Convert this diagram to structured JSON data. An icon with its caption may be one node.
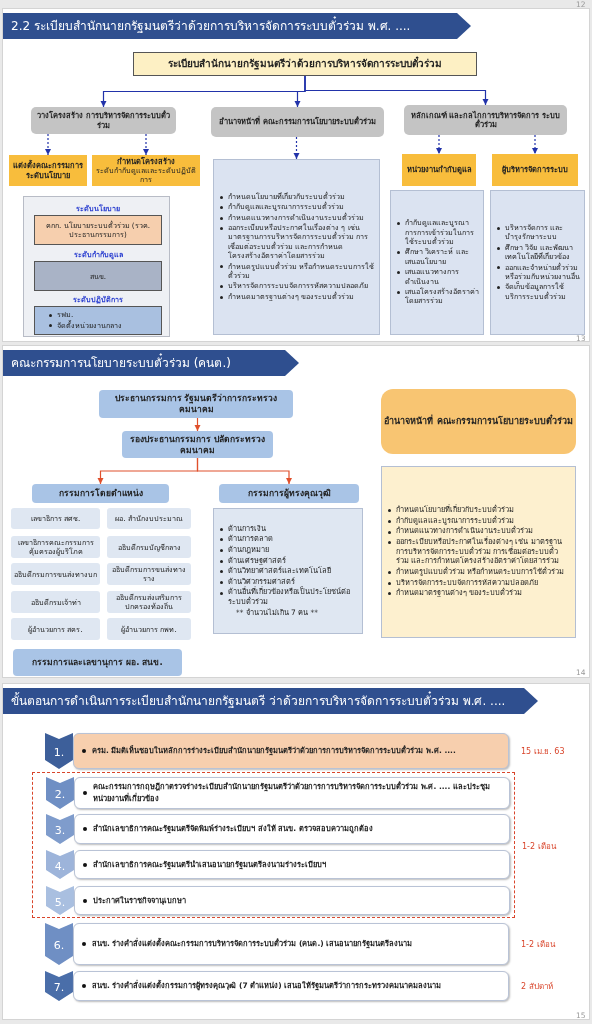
{
  "diagram": {
    "nodes": [
      {
        "text": [
          "2.2 ระเบียบสำนักนายกรัฐมนตรีว่าด้วยการบริหารจัดการระบบตั๋วร่วม พ.ศ. ...."
        ]
      },
      {
        "text": [
          "ระเบียบสำนักนายกรัฐมนตรีว่าด้วยการบริหารจัดการระบบตั๋วร่วม"
        ],
        "in": 0
      },
      {
        "text": [
          "วางโครงสร้าง การบริหารจัดการระบบตั๋วร่วม"
        ],
        "in": 0
      },
      {
        "text": [
          "อำนาจหน้าที่ คณะกรรมการนโยบายระบบตั๋วร่วม"
        ],
        "in": 0
      },
      {
        "text": [
          "หลักเกณฑ์ และกลไกการบริหารจัดการ ระบบตั๋วร่วม"
        ],
        "in": 0
      },
      {
        "text": [
          "แต่งตั้งคณะกรรมการ ระดับนโยบาย"
        ],
        "in": 0
      },
      {
        "text": [
          "กำหนดโครงสร้าง",
          "ระดับกำกับดูแลและระดับปฏิบัติการ"
        ],
        "in": 0
      },
      {
        "text": [],
        "shape": "box",
        "in": 0
      },
      {
        "text": [
          "ระดับนโยบาย",
          "คกก. นโยบายระบบตั๋วร่วม (รวค. ประธานกรรมการ)"
        ],
        "in": 7
      },
      {
        "text": [
          "ระดับกำกับดูแล",
          "สนข."
        ],
        "in": 7
      },
      {
        "text": [
          "ระดับปฏิบัติการ",
          "รฟม.",
          "จัดตั้งหน่วยงานกลาง"
        ],
        "in": 7
      },
      {
        "text": [
          "กำหนดนโยบายที่เกี่ยวกับระบบตั๋วร่วม",
          "กำกับดูแลและบูรณาการระบบตั๋วร่วม",
          "กำหนดแนวทางการดำเนินงานระบบตั๋วร่วม",
          "ออกระเบียบหรือประกาศในเรื่องต่าง ๆ เช่น มาตรฐานการบริหารจัดการระบบตั๋วร่วม การเชื่อมต่อระบบตั๋วร่วม และการกำหนดโครงสร้างอัตราค่าโดยสารร่วม",
          "กำหนดรูปแบบตั๋วร่วม หรือกำหนดระบบการใช้ตั๋วร่วม",
          "บริหารจัดการระบบจัดการรหัสความปลอดภัย",
          "กำหนดมาตรฐานต่างๆ ของระบบตั๋วร่วม"
        ],
        "in": 0
      },
      {
        "text": [
          "หน่วยงานกำกับดูแล"
        ],
        "in": 0
      },
      {
        "text": [
          "ผู้บริหารจัดการระบบ"
        ],
        "in": 0
      },
      {
        "text": [
          "กำกับดูแลและบูรณาการการเข้าร่วมในการใช้ระบบตั๋วร่วม",
          "ศึกษา วิเคราะห์ และเสนอนโยบาย",
          "เสนอแนวทางการดำเนินงาน",
          "เสนอโครงสร้างอัตราค่าโดยสารร่วม"
        ],
        "in": 0
      },
      {
        "text": [
          "บริหารจัดการ และบำรุงรักษาระบบ",
          "ศึกษา วิจัย และพัฒนาเทคโนโลยีที่เกี่ยวข้อง",
          "ออกและจำหน่ายตั๋วร่วม หรือร่วมกับหน่วยงานอื่น",
          "จัดเก็บข้อมูลการใช้บริการระบบตั๋วร่วม"
        ],
        "in": 0
      },
      {
        "text": [
          "คณะกรรมการนโยบายระบบตั๋วร่วม (คนต.)"
        ]
      },
      {
        "text": [
          "ประธานกรรมการ รัฐมนตรีว่าการกระทรวงคมนาคม"
        ],
        "in": 16
      },
      {
        "text": [
          "รองประธานกรรมการ ปลัดกระทรวงคมนาคม"
        ],
        "in": 16
      },
      {
        "text": [
          "กรรมการโดยตำแหน่ง"
        ],
        "in": 16
      },
      {
        "text": [
          "กรรมการผู้ทรงคุณวุฒิ"
        ],
        "in": 16
      },
      {
        "text": [
          "เลขาธิการ สศช."
        ],
        "in": 16
      },
      {
        "text": [
          "ผอ. สำนักงบประมาณ"
        ],
        "in": 16
      },
      {
        "text": [
          "เลขาธิการคณะกรรมการคุ้มครองผู้บริโภค"
        ],
        "in": 16
      },
      {
        "text": [
          "อธิบดีกรมบัญชีกลาง"
        ],
        "in": 16
      },
      {
        "text": [
          "อธิบดีกรมการขนส่งทางบก"
        ],
        "in": 16
      },
      {
        "text": [
          "อธิบดีกรมการขนส่งทางราง"
        ],
        "in": 16
      },
      {
        "text": [
          "อธิบดีกรมเจ้าท่า"
        ],
        "in": 16
      },
      {
        "text": [
          "อธิบดีกรมส่งเสริมการปกครองท้องถิ่น"
        ],
        "in": 16
      },
      {
        "text": [
          "ผู้อำนวยการ สคร."
        ],
        "in": 16
      },
      {
        "text": [
          "ผู้อำนวยการ กพท."
        ],
        "in": 16
      },
      {
        "text": [
          "ด้านการเงิน",
          "ด้านการตลาด",
          "ด้านกฎหมาย",
          "ด้านเศรษฐศาสตร์",
          "ด้านวิทยาศาสตร์และเทคโนโลยี",
          "ด้านวิศวกรรมศาสตร์",
          "ด้านอื่นที่เกี่ยวข้องหรือเป็นประโยชน์ต่อระบบตั๋วร่วม",
          "** จำนวนไม่เกิน 7 คน **"
        ],
        "in": 16
      },
      {
        "text": [
          "กรรมการและเลขานุการ ผอ. สนข."
        ],
        "in": 16
      },
      {
        "text": [
          "อำนาจหน้าที่ คณะกรรมการนโยบายระบบตั๋วร่วม"
        ],
        "in": 16
      },
      {
        "text": [
          "กำหนดนโยบายที่เกี่ยวกับระบบตั๋วร่วม",
          "กำกับดูแลและบูรณาการระบบตั๋วร่วม",
          "กำหนดแนวทางการดำเนินงานระบบตั๋วร่วม",
          "ออกระเบียบหรือประกาศในเรื่องต่างๆ เช่น มาตรฐานการบริหารจัดการระบบตั๋วร่วม การเชื่อมต่อระบบตั๋วร่วม และการกำหนดโครงสร้างอัตราค่าโดยสารร่วม",
          "กำหนดรูปแบบตั๋วร่วม หรือกำหนดระบบการใช้ตั๋วร่วม",
          "บริหารจัดการระบบจัดการรหัสความปลอดภัย",
          "กำหนดมาตรฐานต่างๆ ของระบบตั๋วร่วม"
        ],
        "in": 16
      },
      {
        "text": [
          "ขั้นตอนการดำเนินการระเบียบสำนักนายกรัฐมนตรี ว่าด้วยการบริหารจัดการระบบตั๋วร่วม พ.ศ. ...."
        ]
      },
      {
        "text": [
          "1.",
          "ครม. มีมติเห็นชอบในหลักการร่างระเบียบสำนักนายกรัฐมนตรีว่าด้วยการการบริหารจัดการระบบตั๋วร่วม พ.ศ. ...."
        ],
        "beside": [
          "15 เม.ย. 63"
        ],
        "in": 35
      },
      {
        "text": [],
        "shape": "box",
        "beside": [
          "1-2 เดือน"
        ],
        "in": 35
      },
      {
        "text": [
          "2.",
          "คณะกรรมการกฤษฎีกาตรวจร่างระเบียบสำนักนายกรัฐมนตรีว่าด้วยการการบริหารจัดการระบบตั๋วร่วม พ.ศ. .... และประชุมหน่วยงานที่เกี่ยวข้อง"
        ],
        "in": 37
      },
      {
        "text": [
          "3.",
          "สำนักเลขาธิการคณะรัฐมนตรีจัดพิมพ์ร่างระเบียบฯ ส่งให้ สนข. ตรวจสอบความถูกต้อง"
        ],
        "in": 37
      },
      {
        "text": [
          "4.",
          "สำนักเลขาธิการคณะรัฐมนตรีนำเสนอนายกรัฐมนตรีลงนามร่างระเบียบฯ"
        ],
        "in": 37
      },
      {
        "text": [
          "5.",
          "ประกาศในราชกิจจานุเบกษา"
        ],
        "in": 37
      },
      {
        "text": [
          "6.",
          "สนข. ร่างคำสั่งแต่งตั้งคณะกรรมการบริหารจัดการระบบตั๋วร่วม (คนด.) เสนอนายกรัฐมนตรีลงนาม"
        ],
        "beside": [
          "1-2 เดือน"
        ],
        "in": 35
      },
      {
        "text": [
          "7.",
          "สนข. ร่างคำสั่งแต่งตั้งกรรมการผู้ทรงคุณวุฒิ (7 ตำแหน่ง) เสนอให้รัฐมนตรีว่าการกระทรวงคมนาคมลงนาม"
        ],
        "beside": [
          "2 สัปดาห์"
        ],
        "in": 35
      }
    ],
    "edges": [
      {
        "from": 1,
        "to": 2,
        "arrow": "to"
      },
      {
        "from": 1,
        "to": 3,
        "arrow": "to"
      },
      {
        "from": 1,
        "to": 4,
        "arrow": "to"
      },
      {
        "from": 2,
        "to": 5,
        "arrow": "to",
        "style": "dashed"
      },
      {
        "from": 2,
        "to": 6,
        "arrow": "to",
        "style": "dashed"
      },
      {
        "from": 3,
        "to": 11,
        "arrow": "to",
        "style": "dashed"
      },
      {
        "from": 4,
        "to": 12,
        "arrow": "to",
        "style": "dashed"
      },
      {
        "from": 4,
        "to": 13,
        "arrow": "to",
        "style": "dashed"
      },
      {
        "from": 17,
        "to": 18,
        "arrow": "to",
        "color": "#e0502c"
      },
      {
        "from": 18,
        "to": 19,
        "arrow": "to",
        "color": "#e0502c"
      },
      {
        "from": 18,
        "to": 20,
        "arrow": "to",
        "color": "#e0502c"
      }
    ],
    "labels": [
      "12",
      "13",
      "14",
      "15"
    ]
  }
}
